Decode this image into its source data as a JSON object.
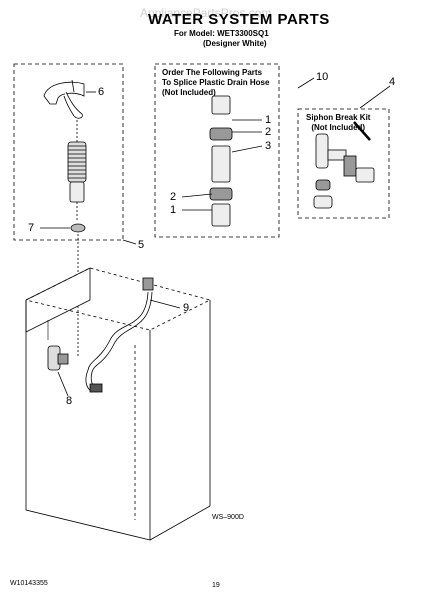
{
  "header": {
    "title": "WATER SYSTEM PARTS",
    "model_line": "For Model: WET3300SQ1",
    "variant_line": "(Designer White)",
    "watermark": "AppliancePartsPros.com"
  },
  "groups": {
    "splice_label": "Order The Following Parts\nTo Splice Plastic Drain Hose\n(Not Included)",
    "siphon_label": "Siphon Break Kit\n(Not Included)"
  },
  "callouts": [
    {
      "id": "6",
      "text": "6"
    },
    {
      "id": "7",
      "text": "7"
    },
    {
      "id": "5",
      "text": "5"
    },
    {
      "id": "10",
      "text": "10"
    },
    {
      "id": "1a",
      "text": "1"
    },
    {
      "id": "2a",
      "text": "2"
    },
    {
      "id": "3",
      "text": "3"
    },
    {
      "id": "2b",
      "text": "2"
    },
    {
      "id": "1b",
      "text": "1"
    },
    {
      "id": "4",
      "text": "4"
    },
    {
      "id": "9",
      "text": "9"
    },
    {
      "id": "8",
      "text": "8"
    }
  ],
  "footer": {
    "diagram_code": "WS–900D",
    "doc_number": "W10143355",
    "page_number": "19"
  }
}
